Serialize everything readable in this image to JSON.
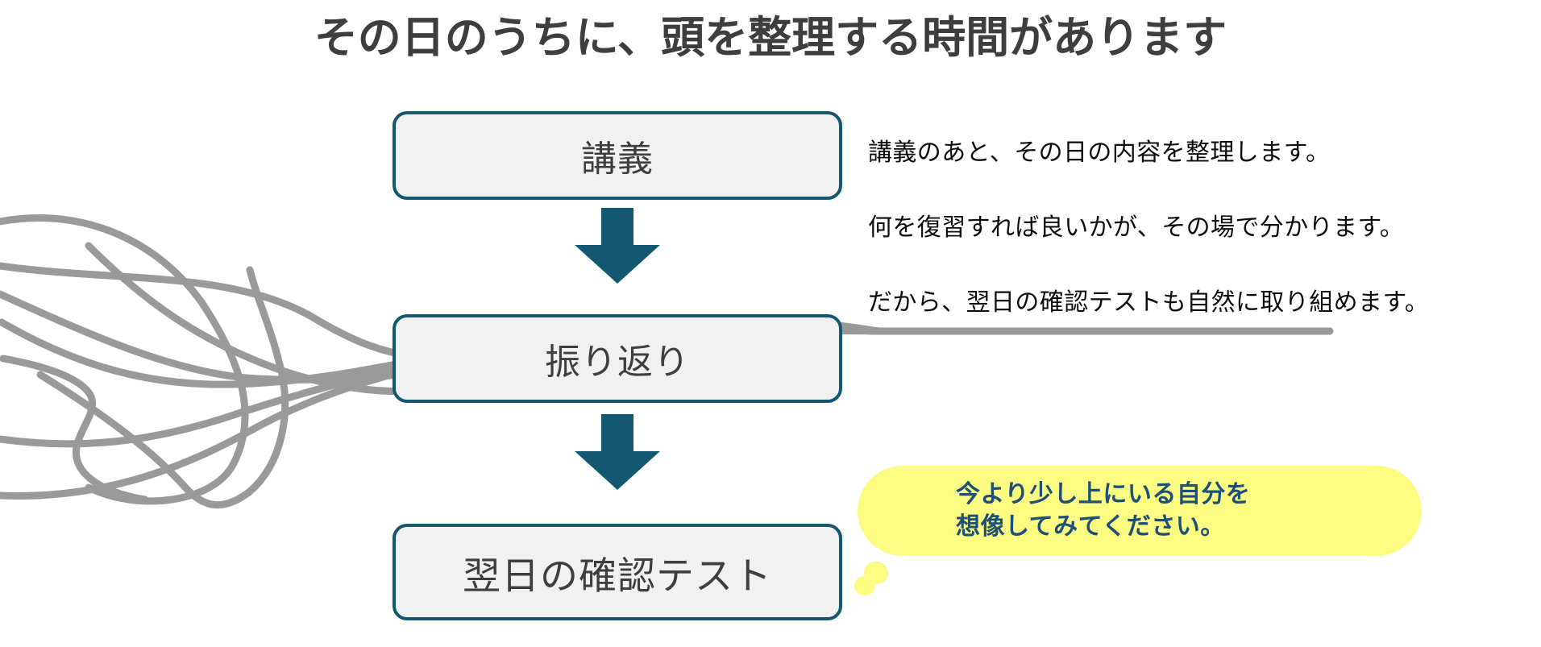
{
  "slide": {
    "title": "その日のうちに、頭を整理する時間があります",
    "background_color": "#ffffff"
  },
  "flow": {
    "accent_color": "#135770",
    "box_fill": "#f1f1f1",
    "steps": [
      {
        "label": "講義"
      },
      {
        "label": "振り返り"
      },
      {
        "label": "翌日の確認テスト"
      }
    ],
    "arrows": [
      {
        "name": "down-arrow-lecture-to-review",
        "direction": "down"
      },
      {
        "name": "down-arrow-review-to-test",
        "direction": "down"
      }
    ]
  },
  "description": {
    "lines": [
      "講義のあと、その日の内容を整理します。",
      "何を復習すれば良いかが、その場で分かります。",
      "だから、翌日の確認テストも自然に取り組めます。"
    ]
  },
  "bubble": {
    "fill_color": "#fcfb82",
    "text_color": "#1d5077",
    "lines": [
      "今より少し上にいる自分を",
      "想像してみてください。"
    ]
  },
  "artwork": {
    "name": "tangled-lines-converging",
    "stroke_color": "#9a9a9a"
  }
}
